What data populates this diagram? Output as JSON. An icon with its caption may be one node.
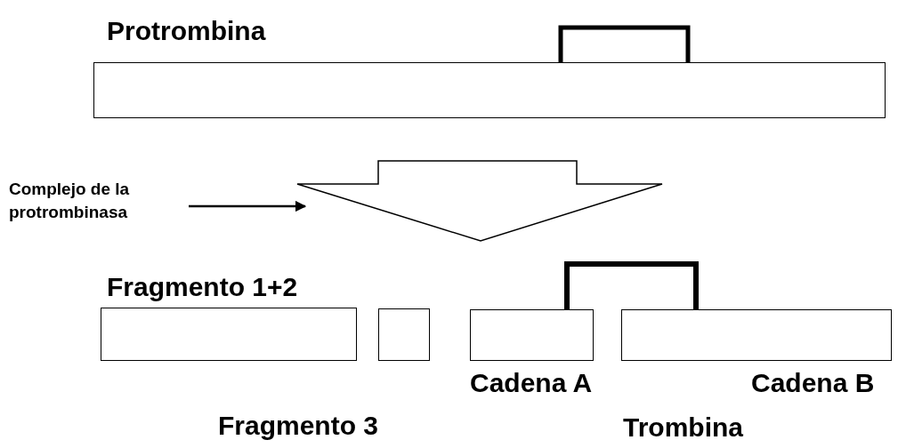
{
  "diagram": {
    "nodes": [
      {
        "text": [
          "Protrombina"
        ]
      },
      {
        "text": [],
        "shape": "arrow"
      },
      {
        "text": [
          "Complejo de la protrombinasa"
        ]
      },
      {
        "text": [
          "Fragmento 1+2"
        ]
      },
      {
        "text": [
          "Fragmento 3"
        ]
      },
      {
        "text": [
          "Cadena A"
        ]
      },
      {
        "text": [
          "Cadena B"
        ]
      }
    ],
    "edges": [
      {
        "from": 2,
        "to": 1,
        "arrow": "to"
      },
      {
        "from": 5,
        "to": 6,
        "arrow": "none",
        "style": "thick"
      }
    ],
    "labels": [
      "Trombina"
    ]
  }
}
